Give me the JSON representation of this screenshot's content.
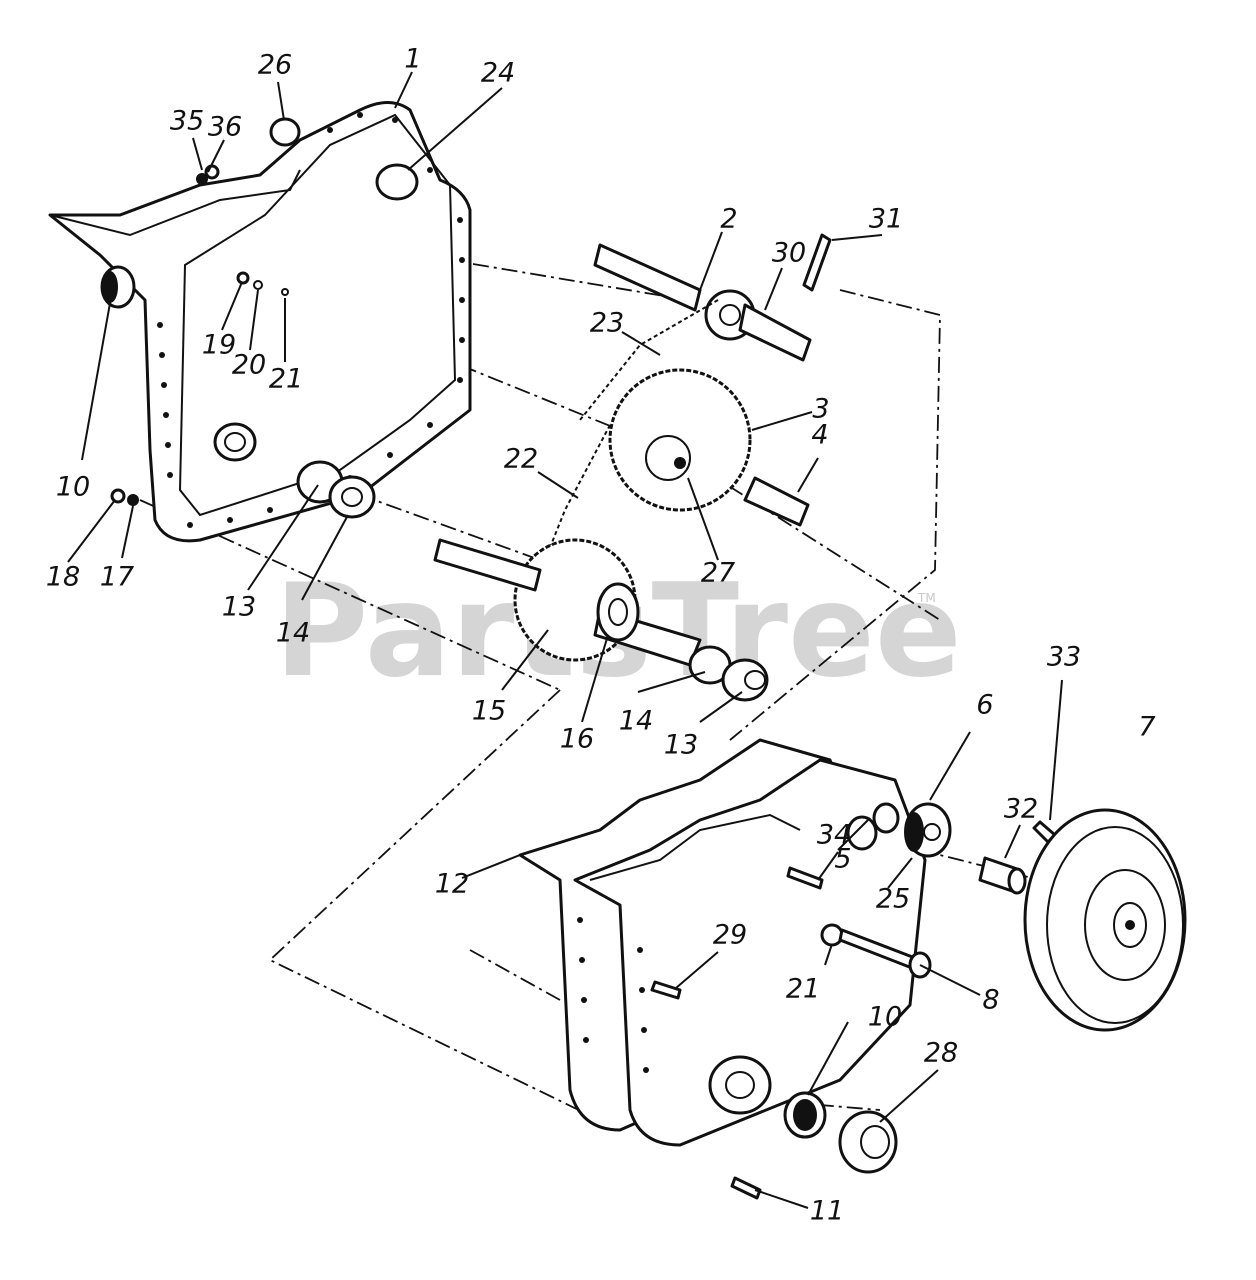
{
  "watermark": {
    "text": "PartsTree",
    "mark": "TM"
  },
  "callouts": [
    {
      "id": "c1",
      "label": "1"
    },
    {
      "id": "c2",
      "label": "2"
    },
    {
      "id": "c3",
      "label": "3"
    },
    {
      "id": "c4",
      "label": "4"
    },
    {
      "id": "c5",
      "label": "5"
    },
    {
      "id": "c6",
      "label": "6"
    },
    {
      "id": "c7",
      "label": "7"
    },
    {
      "id": "c8",
      "label": "8"
    },
    {
      "id": "c10a",
      "label": "10"
    },
    {
      "id": "c10b",
      "label": "10"
    },
    {
      "id": "c11",
      "label": "11"
    },
    {
      "id": "c12",
      "label": "12"
    },
    {
      "id": "c13a",
      "label": "13"
    },
    {
      "id": "c13b",
      "label": "13"
    },
    {
      "id": "c14a",
      "label": "14"
    },
    {
      "id": "c14b",
      "label": "14"
    },
    {
      "id": "c15",
      "label": "15"
    },
    {
      "id": "c16",
      "label": "16"
    },
    {
      "id": "c17",
      "label": "17"
    },
    {
      "id": "c18",
      "label": "18"
    },
    {
      "id": "c19",
      "label": "19"
    },
    {
      "id": "c20",
      "label": "20"
    },
    {
      "id": "c21a",
      "label": "21"
    },
    {
      "id": "c21b",
      "label": "21"
    },
    {
      "id": "c22",
      "label": "22"
    },
    {
      "id": "c23",
      "label": "23"
    },
    {
      "id": "c24",
      "label": "24"
    },
    {
      "id": "c25",
      "label": "25"
    },
    {
      "id": "c26",
      "label": "26"
    },
    {
      "id": "c27",
      "label": "27"
    },
    {
      "id": "c28",
      "label": "28"
    },
    {
      "id": "c29",
      "label": "29"
    },
    {
      "id": "c30",
      "label": "30"
    },
    {
      "id": "c31",
      "label": "31"
    },
    {
      "id": "c32",
      "label": "32"
    },
    {
      "id": "c33",
      "label": "33"
    },
    {
      "id": "c34",
      "label": "34"
    },
    {
      "id": "c35",
      "label": "35"
    },
    {
      "id": "c36",
      "label": "36"
    }
  ]
}
